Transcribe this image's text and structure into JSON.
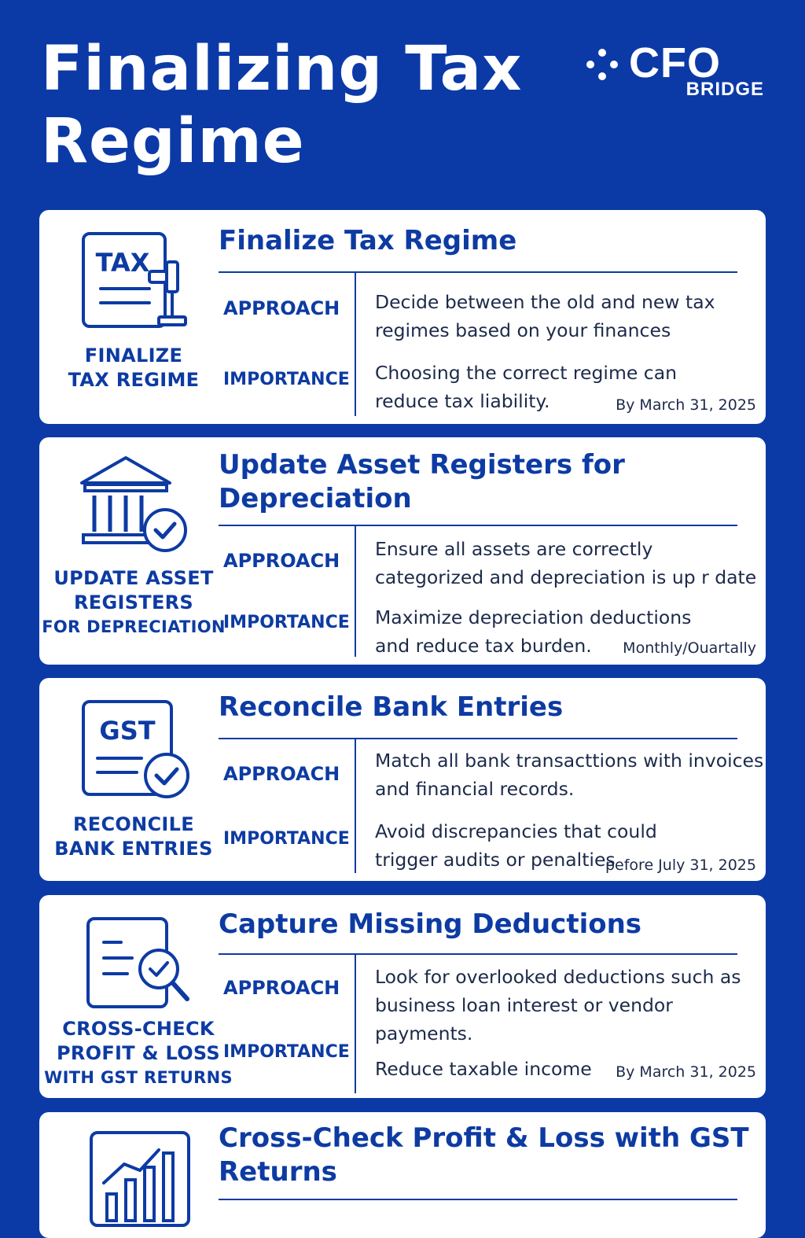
{
  "header": {
    "title": "Finalizing Tax Regime",
    "logo_main": "CFO",
    "logo_sub": "BRIDGE"
  },
  "colors": {
    "background": "#0b3aa7",
    "accent": "#0d3ba3",
    "card": "#ffffff",
    "body_text": "#1c2a4a"
  },
  "labels": {
    "approach": "APPROACH",
    "importance": "IMPORTANCE"
  },
  "cards": [
    {
      "icon": "tax-document-gavel-icon",
      "icon_text": "TAX",
      "icon_label_1": "FINALIZE",
      "icon_label_2": "TAX REGIME",
      "title": "Finalize Tax Regime",
      "approach": "Decide between the old and new tax regimes based on your finances",
      "importance": "Choosing the correct regime can reduce tax liability.",
      "date": "By March 31, 2025"
    },
    {
      "icon": "bank-building-check-icon",
      "icon_label_1": "UPDATE ASSET",
      "icon_label_2": "REGISTERS",
      "icon_label_3": "FOR DEPRECIATION",
      "title": "Update Asset Registers for Depreciation",
      "approach": "Ensure all assets are correctly categorized and depreciation is up r date",
      "importance": "Maximize depreciation deductions and reduce tax burden.",
      "date": "Monthly/Ouartally"
    },
    {
      "icon": "gst-document-check-icon",
      "icon_text": "GST",
      "icon_label_1": "RECONCILE",
      "icon_label_2": "BANK ENTRIES",
      "title": "Reconcile Bank Entries",
      "approach": "Match all bank transacttions with invoices and financial records.",
      "importance": "Avoid discrepancies that could trigger audits or penalties",
      "date": "pefore July 31, 2025"
    },
    {
      "icon": "document-magnifier-check-icon",
      "icon_label_1": "CROSS-CHECK",
      "icon_label_2": "PROFIT & LOSS",
      "icon_label_3": "WITH GST RETURNS",
      "title": "Capture Missing Deductions",
      "approach": "Look for overlooked deductions such as business loan interest or vendor payments.",
      "importance": "Reduce taxable income",
      "date": "By March 31, 2025"
    },
    {
      "icon": "bar-chart-trend-icon",
      "title": "Cross-Check Profit & Loss with GST Returns"
    }
  ]
}
